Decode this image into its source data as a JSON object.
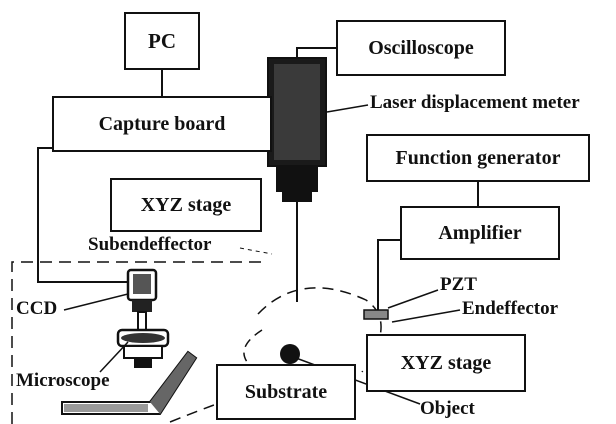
{
  "boxes": {
    "pc": "PC",
    "oscilloscope": "Oscilloscope",
    "capture_board": "Capture board",
    "function_generator": "Function generator",
    "xyz_stage_top": "XYZ stage",
    "amplifier": "Amplifier",
    "xyz_stage_right": "XYZ stage",
    "substrate": "Substrate"
  },
  "labels": {
    "laser_displacement_meter": "Laser displacement meter",
    "subendeffector": "Subendeffector",
    "pzt": "PZT",
    "ccd": "CCD",
    "endeffector": "Endeffector",
    "microscope": "Microscope",
    "object": "Object"
  }
}
